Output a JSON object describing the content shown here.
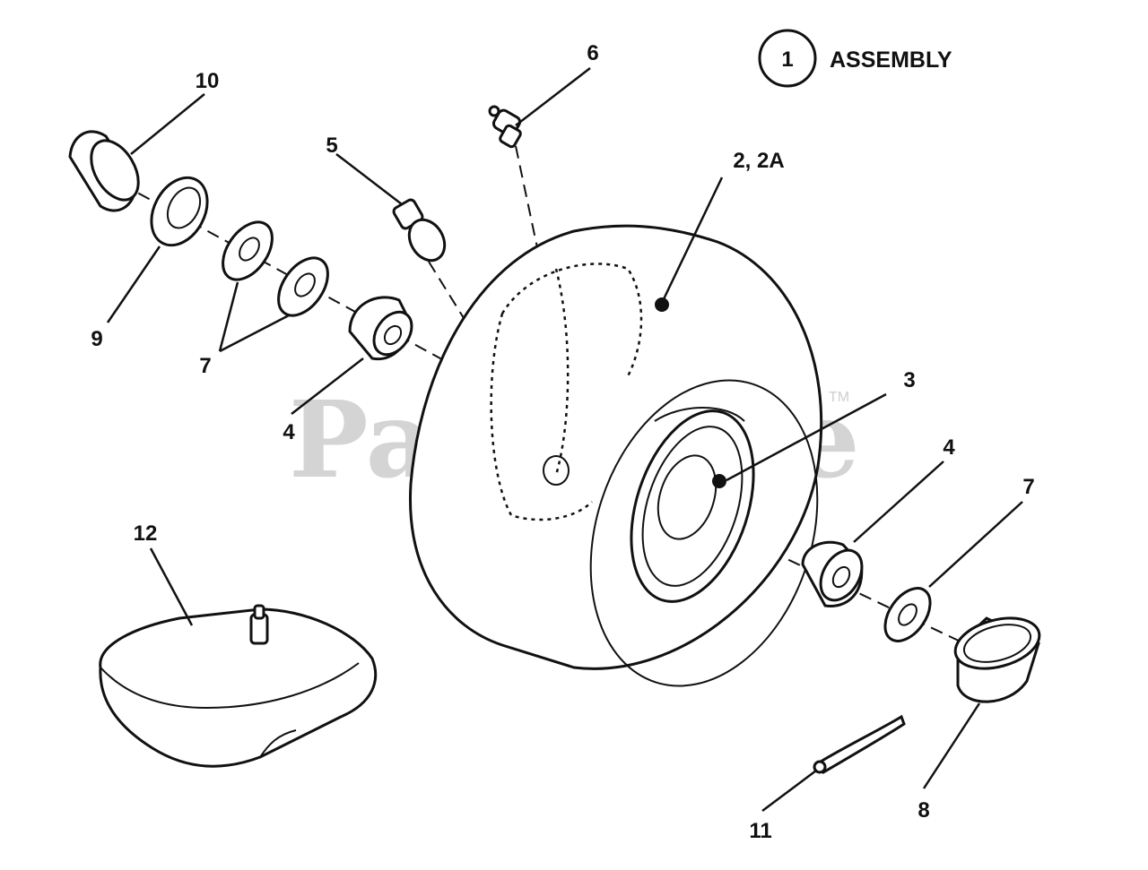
{
  "assembly": {
    "number": "1",
    "label": "ASSEMBLY"
  },
  "callouts": {
    "valve_stem": "6",
    "grease_fitting": "5",
    "tire": "2, 2A",
    "rim": "3",
    "bearing_left": "4",
    "bearing_right": "4",
    "washers_left": "7",
    "washer_right": "7",
    "cap_left": "10",
    "seal": "9",
    "cap_right": "8",
    "cotter_pin": "11",
    "inner_tube": "12"
  },
  "watermark": {
    "text": "PartsTree",
    "mark": "TM"
  }
}
